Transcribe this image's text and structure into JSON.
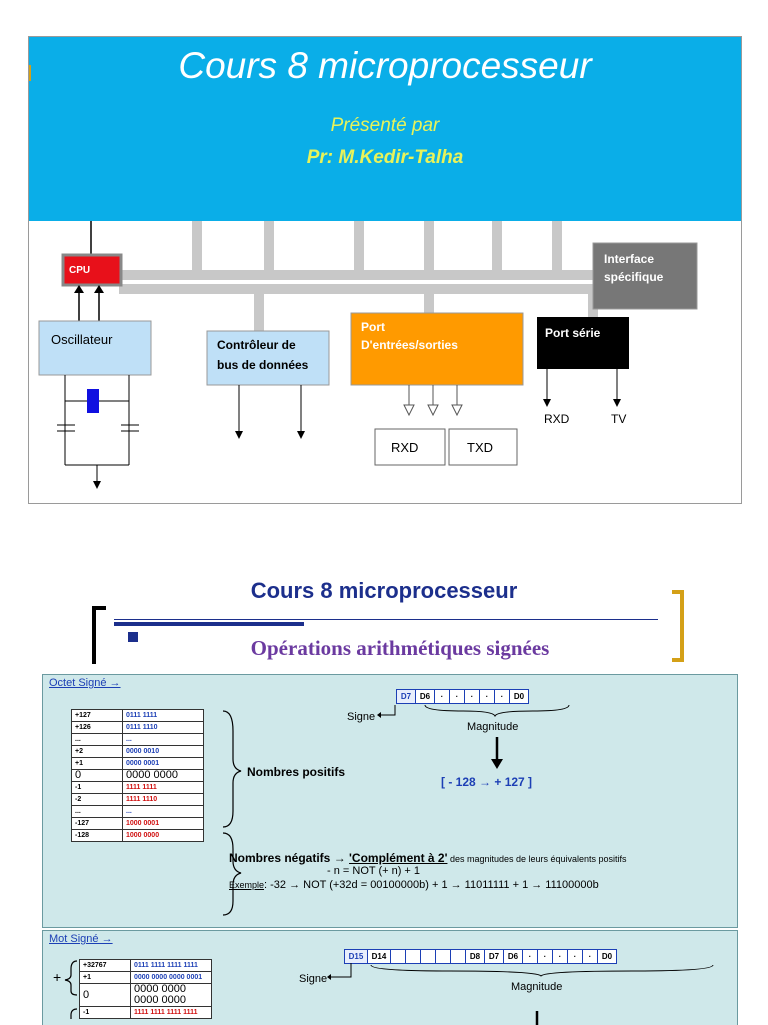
{
  "slide1": {
    "title": "Cours 8 microprocesseur",
    "presented_by": "Présenté par",
    "author": "Pr: M.Kedir-Talha",
    "diagram": {
      "cpu": "CPU",
      "oscillator": "Oscillateur",
      "bus_controller_line1": "Contrôleur de",
      "bus_controller_line2": "bus de données",
      "io_port_line1": "Port",
      "io_port_line2": "D'entrées/sorties",
      "rxd_box": "RXD",
      "txd_box": "TXD",
      "interface_line1": "Interface",
      "interface_line2": "spécifique",
      "serial_port": "Port série",
      "rxd_out": "RXD",
      "tv_out": "TV"
    },
    "colors": {
      "header": "#0aaee8",
      "header_text": "#e8f35a",
      "cpu": "#e8101a",
      "oscillator": "#bfe0f7",
      "io_port": "#ff9a00",
      "serial": "#000000",
      "interface": "#777777",
      "bus": "#c8c8c8"
    }
  },
  "slide2": {
    "title": "Cours  8 microprocesseur",
    "subtitle": "Opérations arithmétiques  signées",
    "octet": {
      "heading": "Octet Signé →",
      "rows": [
        {
          "dec": "+127",
          "bin": "0111 1111"
        },
        {
          "dec": "+126",
          "bin": "0111 1110"
        },
        {
          "dec": "...",
          "bin": "..."
        },
        {
          "dec": "+2",
          "bin": "0000 0010"
        },
        {
          "dec": "+1",
          "bin": "0000 0001"
        },
        {
          "dec": "0",
          "bin": "0000 0000"
        },
        {
          "dec": "-1",
          "bin": "1111 1111"
        },
        {
          "dec": "-2",
          "bin": "1111 1110"
        },
        {
          "dec": "...",
          "bin": "..."
        },
        {
          "dec": "-127",
          "bin": "1000 0001"
        },
        {
          "dec": "-128",
          "bin": "1000 0000"
        }
      ],
      "positive_label": "Nombres positifs",
      "negative_label": "Nombres négatifs →",
      "complement": "'Complément à 2'",
      "complement_rest": " des magnitudes de leurs équivalents positifs",
      "formula": "- n = NOT (+ n) + 1",
      "example_label": "Exemple",
      "example": ": -32 → NOT (+32d = 00100000b) + 1 → 11011111 + 1 → 11100000b",
      "bits": [
        "D7",
        "D6",
        "·",
        "·",
        "·",
        "·",
        "·",
        "D0"
      ],
      "sign_label": "Signe",
      "magnitude_label": "Magnitude",
      "range": "[ - 128 → + 127 ]"
    },
    "word": {
      "heading": "Mot Signé →",
      "rows": [
        {
          "dec": "+32767",
          "bin": "0111 1111 1111 1111"
        },
        {
          "dec": "+1",
          "bin": "0000 0000 0000 0001"
        },
        {
          "dec": "0",
          "bin": "0000 0000 0000 0000"
        },
        {
          "dec": "-1",
          "bin": "1111 1111 1111 1111"
        }
      ],
      "plus_sign": "+",
      "bits": [
        "D15",
        "D14",
        "",
        "",
        "",
        "",
        "",
        "D8",
        "D7",
        "D6",
        "·",
        "·",
        "·",
        "·",
        "·",
        "D0"
      ],
      "sign_label": "Signe",
      "magnitude_label": "Magnitude"
    }
  }
}
